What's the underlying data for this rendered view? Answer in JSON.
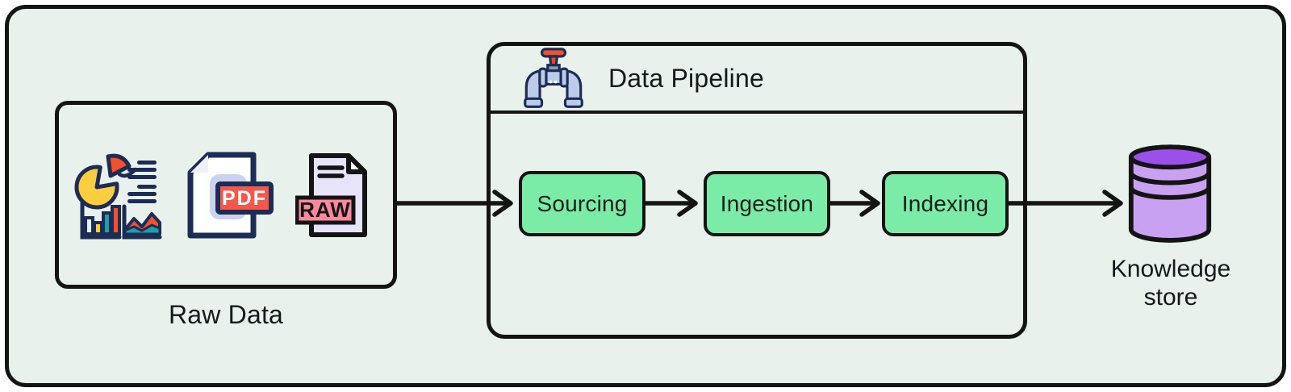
{
  "raw_data": {
    "label": "Raw Data",
    "icons": {
      "charts": "charts-infographic-icon",
      "pdf": {
        "name": "pdf-file-icon",
        "badge": "PDF"
      },
      "raw": {
        "name": "raw-file-icon",
        "badge": "RAW"
      }
    }
  },
  "pipeline": {
    "icon": "pipe-valve-icon",
    "title": "Data Pipeline",
    "stages": [
      {
        "label": "Sourcing"
      },
      {
        "label": "Ingestion"
      },
      {
        "label": "Indexing"
      }
    ]
  },
  "knowledge_store": {
    "icon": "database-cylinder-icon",
    "line1": "Knowledge",
    "line2": "store"
  },
  "colors": {
    "background": "#e8f1ec",
    "border": "#141414",
    "text": "#17181c",
    "stage_fill": "#7beba8",
    "db_body": "#c9a1f2",
    "db_top": "#9c50ea",
    "pdf_red": "#f2594b",
    "raw_pink": "#f9899f",
    "lavender": "#cbd2f0",
    "page_lavender": "#e7e3f9",
    "pipe_blue": "#bccbea",
    "navy": "#1d2c55",
    "pie_yellow": "#fcce3e",
    "accent_orange": "#f4502b",
    "teal": "#1e9ea8"
  }
}
